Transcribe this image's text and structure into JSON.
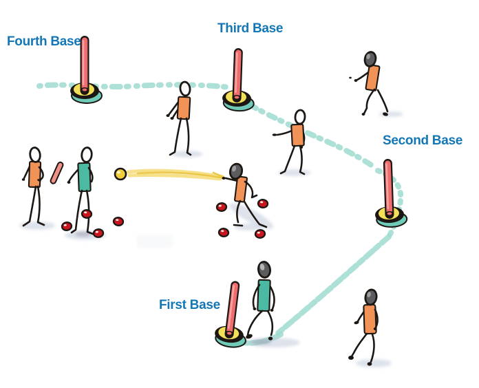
{
  "labels": {
    "first_base": "First Base",
    "second_base": "Second Base",
    "third_base": "Third Base",
    "fourth_base": "Fourth Base"
  },
  "colors": {
    "label_blue": "#1477b5",
    "outline": "#1c1713",
    "pole_red": "#ef6d6e",
    "base_yellow": "#f2e158",
    "base_teal": "#6fcbb8",
    "trail_teal": "#9fdbcf",
    "shirt_orange": "#f19257",
    "shirt_teal": "#4cbaa2",
    "ball_red": "#c9161f",
    "ball_yellow": "#f2cf3a",
    "bat_pink": "#ef9188",
    "head_gray": "#5c5c5e",
    "shadow_blue": "#bcc6d8",
    "streak_light": "#f5dd7d",
    "streak_deep": "#eac33b"
  },
  "inventory": {
    "base_posts": [
      "fourth-base-post",
      "third-base-post",
      "second-base-post",
      "first-base-post"
    ],
    "players": [
      {
        "name": "player-waiting",
        "shirt": "orange",
        "head": "open"
      },
      {
        "name": "player-batter",
        "shirt": "teal",
        "head": "open",
        "holding": "pink bat"
      },
      {
        "name": "player-thrower",
        "shirt": "orange",
        "head": "dark",
        "action": "throwing yellow ball"
      },
      {
        "name": "player-fielder-near-third",
        "shirt": "orange",
        "head": "open"
      },
      {
        "name": "player-fielder-midfield",
        "shirt": "orange",
        "head": "open"
      },
      {
        "name": "player-runner-top-right",
        "shirt": "orange",
        "head": "dark",
        "action": "running"
      },
      {
        "name": "player-runner-first-base",
        "shirt": "teal",
        "head": "dark",
        "action": "walking past first base"
      },
      {
        "name": "player-bottom-right",
        "shirt": "orange",
        "head": "dark",
        "action": "walking"
      }
    ],
    "red_balls": 8,
    "yellow_balls": 1,
    "running_path": "dotted teal trail linking first, second, third and fourth base"
  }
}
